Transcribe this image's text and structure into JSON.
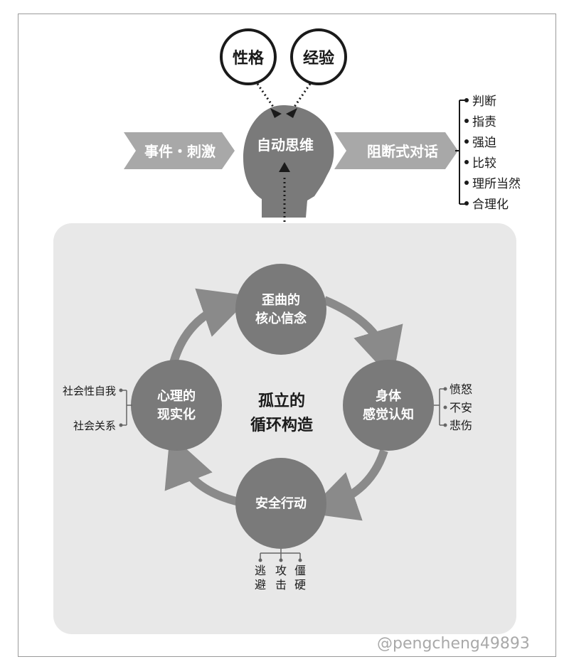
{
  "top": {
    "personality": "性格",
    "experience": "经验",
    "event": "事件・刺激",
    "auto_thought": "自动思维",
    "judgment_talk": "阻断式对话"
  },
  "judgments": [
    "判断",
    "指责",
    "强迫",
    "比较",
    "理所当然",
    "合理化"
  ],
  "cycle": {
    "center_line1": "孤立的",
    "center_line2": "循环构造",
    "core_line1": "歪曲的",
    "core_line2": "核心信念",
    "body_line1": "身体",
    "body_line2": "感觉认知",
    "safety": "安全行动",
    "psych_line1": "心理的",
    "psych_line2": "现实化"
  },
  "emotions": [
    "愤怒",
    "不安",
    "悲伤"
  ],
  "social": [
    "社会性自我",
    "社会关系"
  ],
  "actions": [
    {
      "c1": "逃",
      "c2": "避"
    },
    {
      "c1": "攻",
      "c2": "击"
    },
    {
      "c1": "僵",
      "c2": "硬"
    }
  ],
  "watermark": "@pengcheng49893",
  "colors": {
    "node": "#7a7a7a",
    "panel": "#e8e8e8",
    "arrow_band": "#a8a8a8",
    "arc": "#8a8a8a",
    "text_dark": "#1a1a1a"
  }
}
